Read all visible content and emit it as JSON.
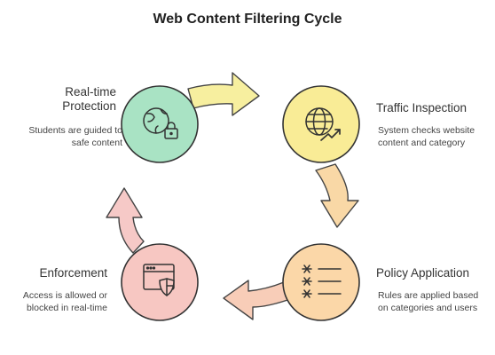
{
  "title": "Web Content Filtering Cycle",
  "stages": [
    {
      "title_line1": "Real-time",
      "title_line2": "Protection",
      "desc_line1": "Students are guided to",
      "desc_line2": "safe content",
      "icon": "globe-lock-icon",
      "color": "#a9e3c4"
    },
    {
      "title": "Traffic Inspection",
      "desc_line1": "System checks website",
      "desc_line2": "content and category",
      "icon": "globe-trend-icon",
      "color": "#f9ec96"
    },
    {
      "title": "Policy Application",
      "desc_line1": "Rules are applied based",
      "desc_line2": "on categories and users",
      "icon": "rules-list-icon",
      "color": "#fbd7a8"
    },
    {
      "title": "Enforcement",
      "desc_line1": "Access is allowed or",
      "desc_line2": "blocked in real-time",
      "icon": "browser-shield-icon",
      "color": "#f7c7c2"
    }
  ]
}
